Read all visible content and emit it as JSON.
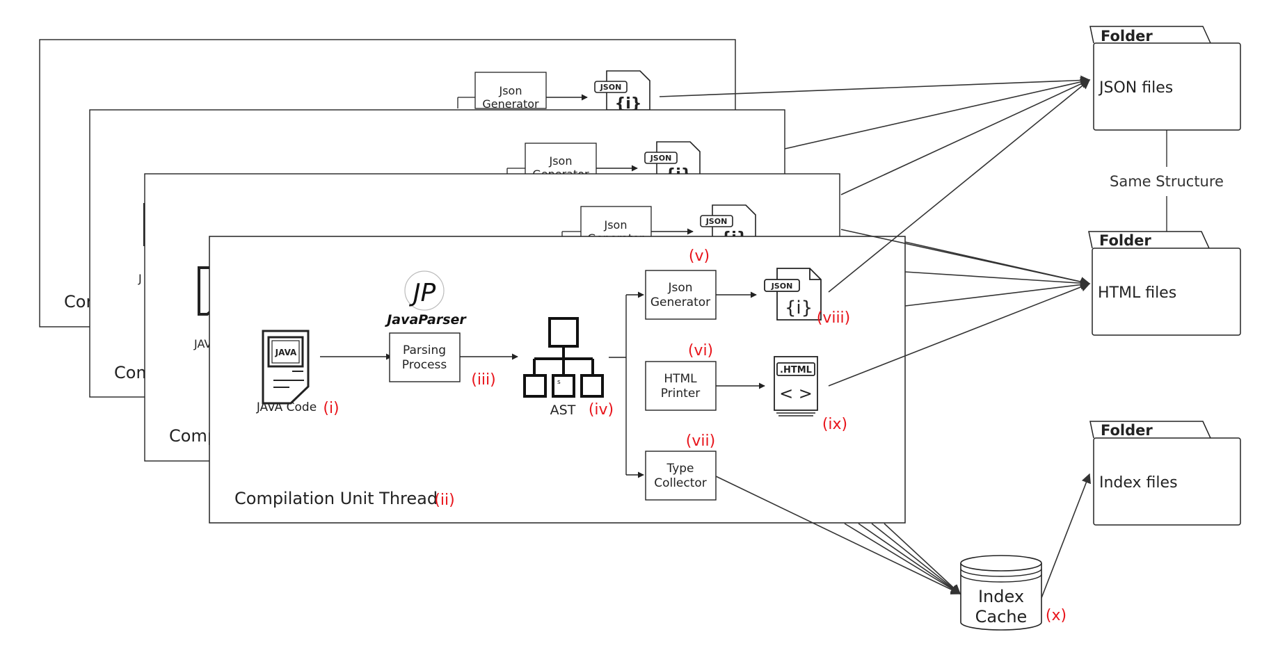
{
  "thread_stack": {
    "back_labels": [
      "Com",
      "Com",
      "Comp"
    ],
    "back_jav": [
      "J",
      "JAV"
    ]
  },
  "main": {
    "java_code": "JAVA Code",
    "java_icon_text": "JAVA",
    "parser_logo_mark": "JP",
    "parser_logo_name": "JavaParser",
    "parsing_line1": "Parsing",
    "parsing_line2": "Process",
    "ast_label": "AST",
    "ast_small": "s",
    "json_gen_line1": "Json",
    "json_gen_line2": "Generator",
    "html_printer_line1": "HTML",
    "html_printer_line2": "Printer",
    "type_collector_line1": "Type",
    "type_collector_line2": "Collector",
    "json_icon_tag": "JSON",
    "json_icon_glyph": "{i}",
    "html_icon_tag": ".HTML",
    "html_icon_glyph": "< >",
    "thread_label": "Compilation Unit  Thread"
  },
  "markers": {
    "i": "(i)",
    "ii": "(ii)",
    "iii": "(iii)",
    "iv": "(iv)",
    "v": "(v)",
    "vi": "(vi)",
    "vii": "(vii)",
    "viii": "(viii)",
    "ix": "(ix)",
    "x": "(x)"
  },
  "folders": {
    "tab": "Folder",
    "json_files": "JSON files",
    "html_files": "HTML files",
    "index_files": "Index files",
    "same_structure": "Same Structure"
  },
  "index_cache": {
    "line1": "Index",
    "line2": "Cache"
  },
  "colors": {
    "stroke": "#222222",
    "marker": "#e8141b",
    "text": "#222222"
  }
}
